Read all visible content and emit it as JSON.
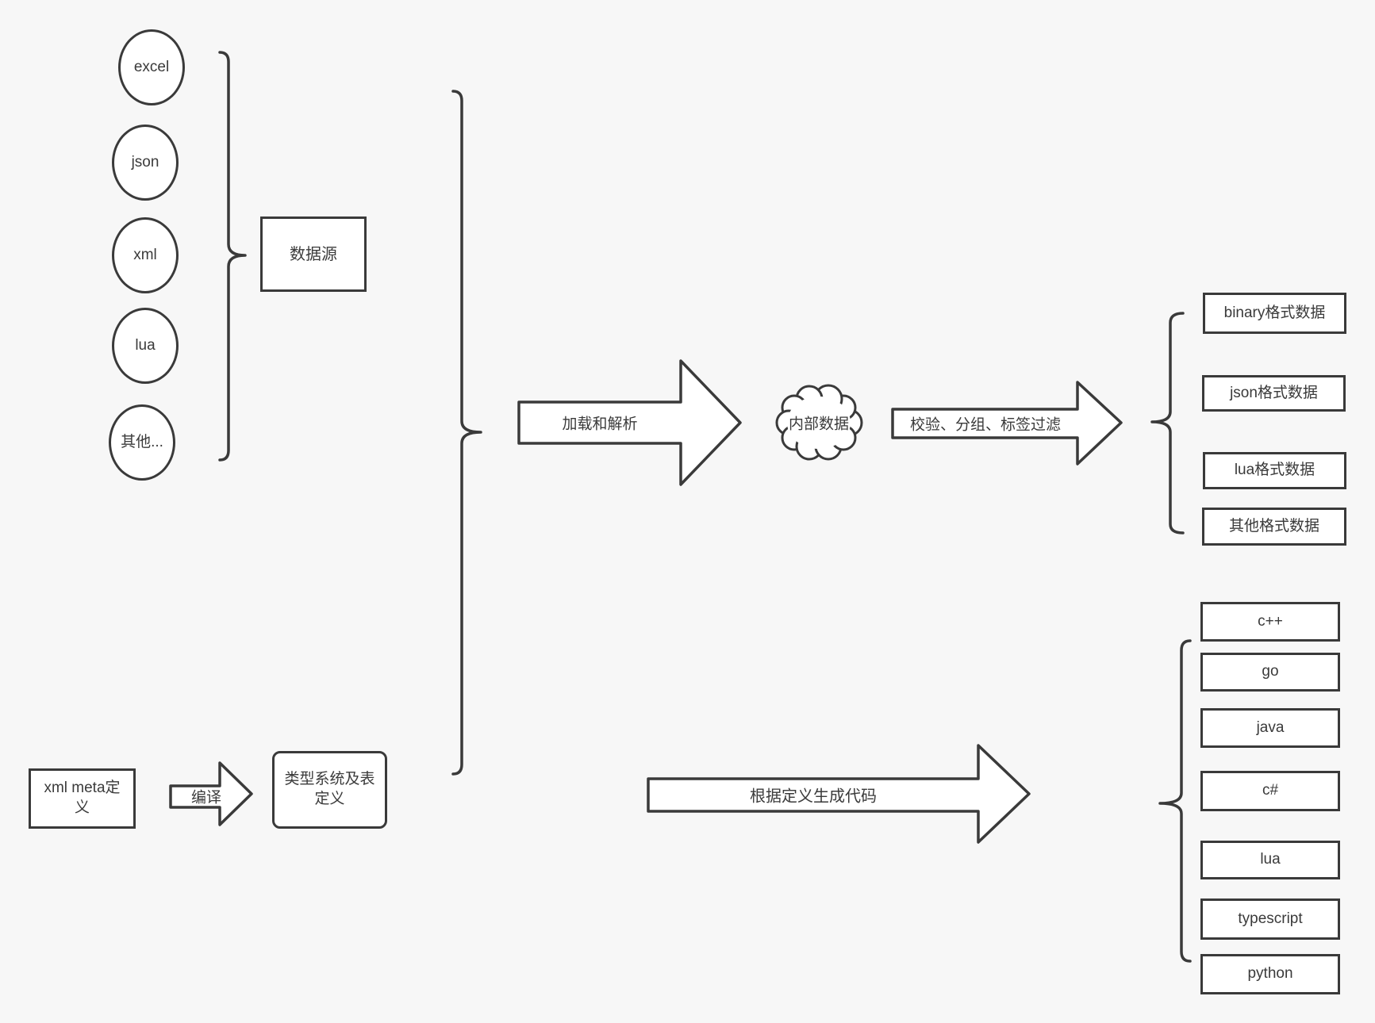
{
  "diagram": {
    "sources": {
      "nodes": [
        "excel",
        "json",
        "xml",
        "lua",
        "其他..."
      ],
      "group_label": "数据源"
    },
    "pipeline": {
      "load_arrow_label": "加载和解析",
      "cloud_label": "内部数据",
      "filter_arrow_label": "校验、分组、标签过滤"
    },
    "data_outputs": [
      "binary格式数据",
      "json格式数据",
      "lua格式数据",
      "其他格式数据"
    ],
    "meta": {
      "xml_meta_label": "xml meta定义",
      "compile_arrow_label": "编译",
      "type_system_label": "类型系统及表定义"
    },
    "codegen": {
      "arrow_label": "根据定义生成代码",
      "languages": [
        "c++",
        "go",
        "java",
        "c#",
        "lua",
        "typescript",
        "python"
      ]
    },
    "colors": {
      "background": "#f7f7f7",
      "stroke": "#3a3a3a",
      "node_fill": "#ffffff",
      "text": "#3a3a3a"
    }
  }
}
